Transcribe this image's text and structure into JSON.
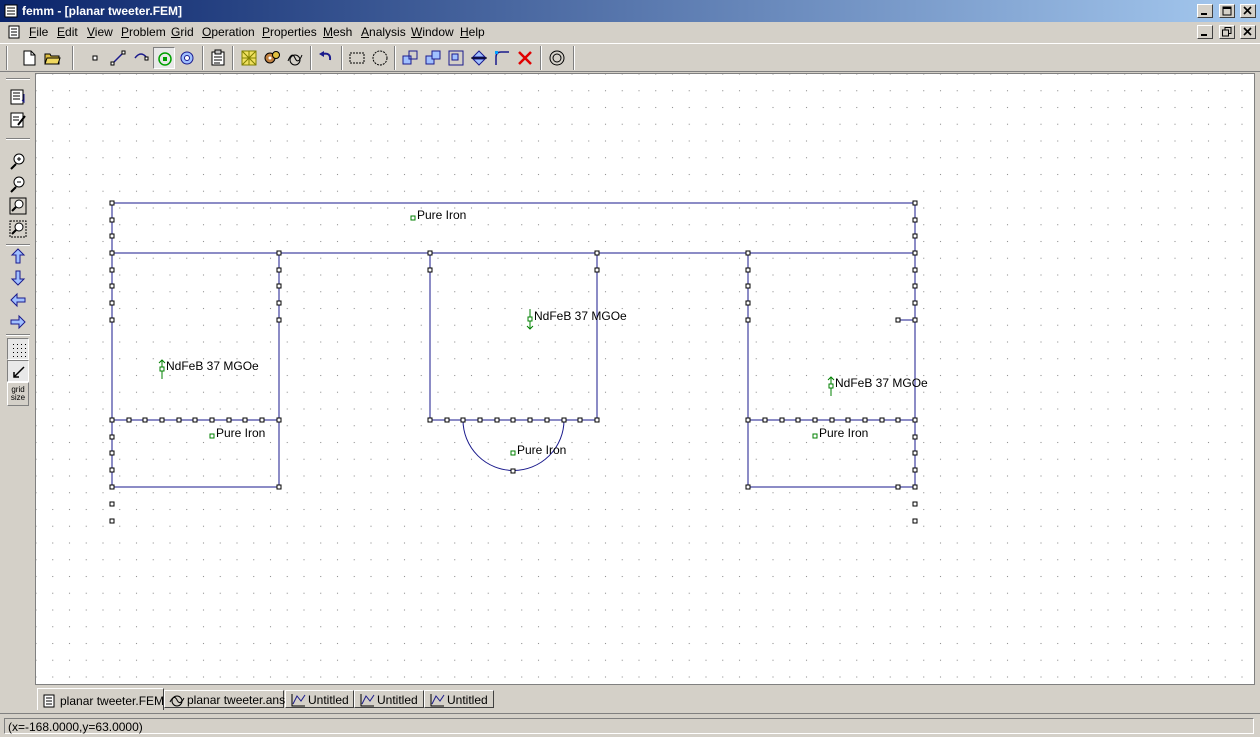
{
  "window": {
    "title": "femm - [planar tweeter.FEM]"
  },
  "menu": [
    {
      "label": "File",
      "key": "F",
      "rest": "ile"
    },
    {
      "label": "Edit",
      "key": "E",
      "rest": "dit"
    },
    {
      "label": "View",
      "key": "V",
      "rest": "iew"
    },
    {
      "label": "Problem",
      "key": "P",
      "rest": "roblem"
    },
    {
      "label": "Grid",
      "key": "G",
      "rest": "rid"
    },
    {
      "label": "Operation",
      "key": "O",
      "rest": "peration"
    },
    {
      "label": "Properties",
      "key": "P",
      "rest": "roperties"
    },
    {
      "label": "Mesh",
      "key": "M",
      "rest": "esh"
    },
    {
      "label": "Analysis",
      "key": "A",
      "rest": "nalysis"
    },
    {
      "label": "Window",
      "key": "W",
      "rest": "indow"
    },
    {
      "label": "Help",
      "key": "H",
      "rest": "elp"
    }
  ],
  "toolbar_icons": [
    "new-file-icon",
    "open-file-icon",
    "node-mode-icon",
    "segment-mode-icon",
    "arc-segment-mode-icon",
    "block-label-mode-icon",
    "group-mode-icon",
    "properties-icon",
    "create-mesh-icon",
    "run-analysis-icon",
    "view-results-icon",
    "undo-icon",
    "select-box-icon",
    "select-circle-icon",
    "move-icon",
    "copy-icon",
    "scale-icon",
    "mirror-icon",
    "fillet-icon",
    "delete-icon",
    "open-boundary-icon"
  ],
  "canvas": {
    "labels": [
      {
        "text": "Pure Iron"
      },
      {
        "text": "NdFeB 37 MGOe"
      },
      {
        "text": "NdFeB 37 MGOe"
      },
      {
        "text": "NdFeB 37 MGOe"
      },
      {
        "text": "Pure Iron"
      },
      {
        "text": "Pure Iron"
      },
      {
        "text": "Pure Iron"
      }
    ]
  },
  "tabs": [
    {
      "label": "planar tweeter.FEM",
      "icon": "femm-doc-icon",
      "active": true
    },
    {
      "label": "planar tweeter.ans",
      "icon": "results-doc-icon",
      "active": false
    },
    {
      "label": "Untitled",
      "icon": "plot-doc-icon",
      "active": false
    },
    {
      "label": "Untitled",
      "icon": "plot-doc-icon",
      "active": false
    },
    {
      "label": "Untitled",
      "icon": "plot-doc-icon",
      "active": false
    }
  ],
  "status": {
    "text": "(x=-168.0000,y=63.0000)"
  },
  "left_toolbar": {
    "grid_size_label": "grid size"
  },
  "colors": {
    "segment": "#1a1a8c",
    "label_marker": "#008000",
    "titlebar": "#0a246a",
    "chrome": "#d4d0c8"
  }
}
